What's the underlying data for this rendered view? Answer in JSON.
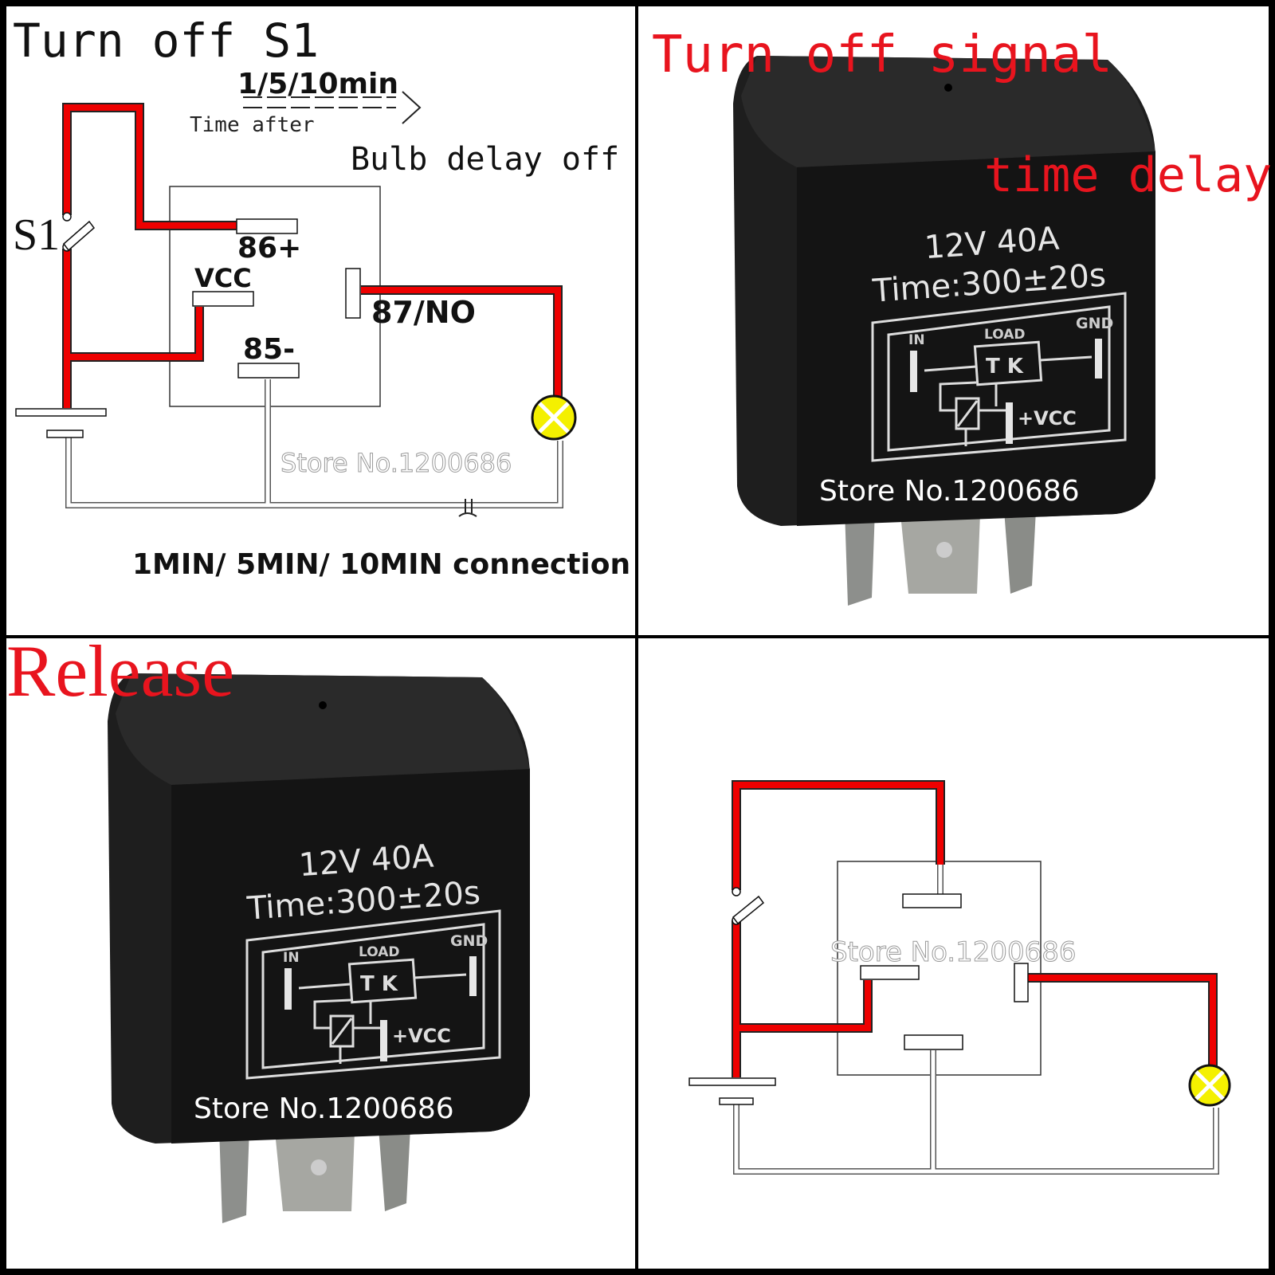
{
  "panel_top_left": {
    "title": "Turn off S1",
    "time_label": "1/5/10min",
    "time_after": "Time after",
    "bulb_delay": "Bulb delay off",
    "switch_label": "S1",
    "pin_86": "86+",
    "pin_vcc": "VCC",
    "pin_87": "87/NO",
    "pin_85": "85-",
    "caption": "1MIN/ 5MIN/ 10MIN connection"
  },
  "panel_top_right": {
    "title": "Turn off signal",
    "subtitle": "time delay"
  },
  "panel_bottom_left": {
    "title": "Release"
  },
  "relay": {
    "rating": "12V 40A",
    "time": "Time:300±20s",
    "in": "IN",
    "load": "LOAD",
    "gnd": "GND",
    "tk": "T K",
    "vcc": "+VCC"
  },
  "watermark": "Store No.1200686",
  "colors": {
    "wire_active": "#ee0000",
    "text_red": "#e8141e",
    "relay_body": "#1c1c1c",
    "bulb": "#f4f000"
  }
}
